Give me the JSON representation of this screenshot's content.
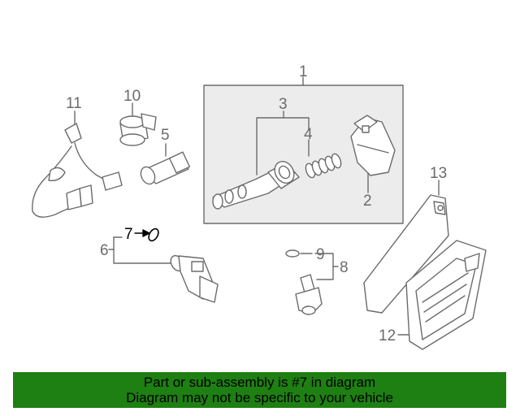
{
  "callouts": {
    "c1": "1",
    "c2": "2",
    "c3": "3",
    "c4": "4",
    "c5": "5",
    "c6": "6",
    "c7": "7",
    "c8": "8",
    "c9": "9",
    "c10": "10",
    "c11": "11",
    "c12": "12",
    "c13": "13"
  },
  "highlighted_part": "7",
  "colors": {
    "line": "#6b6b6b",
    "highlight": "#000000",
    "banner_bg": "#1e7f12",
    "box_fill": "#ececec"
  },
  "banner": {
    "line1": "Part or sub-assembly is #7 in diagram",
    "line2": "Diagram may not be specific to your vehicle"
  }
}
